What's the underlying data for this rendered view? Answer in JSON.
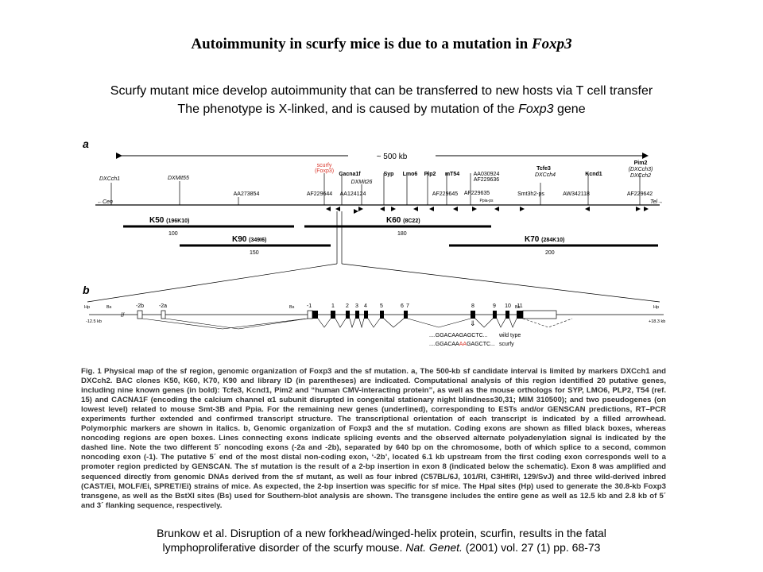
{
  "title": {
    "prefix": "Autoimmunity in scurfy mice is due to a mutation in ",
    "gene": "Foxp3"
  },
  "subtitle": {
    "line1": "Scurfy mutant mice develop autoimmunity that can be transferred to new hosts via T cell transfer",
    "line2_prefix": "The phenotype is X-linked, and is caused by mutation of the ",
    "line2_gene": "Foxp3",
    "line2_suffix": " gene"
  },
  "figure": {
    "panel_a_label": "a",
    "panel_b_label": "b",
    "region_span": "~ 500 kb",
    "cen": "Cen",
    "tel": "Tel",
    "markers_top": [
      "DXCch1",
      "DXMit55",
      "scurfy",
      "(Foxp3)",
      "Cacna1f",
      "DXMit26",
      "Syp",
      "Lmo6",
      "Plp2",
      "mT54",
      "AA030924",
      "AF229636",
      "Tcfe3",
      "DXCch4",
      "Kcnd1",
      "Pim2",
      "(DXCch3)",
      "DXCch2",
      "AA273854",
      "AF229644",
      "AA124124",
      "AF229645",
      "AF229635",
      "Smt3h2-ps",
      "AW342118",
      "AF229642",
      "Ppia-ps"
    ],
    "clones": [
      {
        "name": "K50",
        "id": "(196K10)",
        "size": "100"
      },
      {
        "name": "K60",
        "id": "(8C22)",
        "size": "180"
      },
      {
        "name": "K90",
        "id": "(349I6)",
        "size": "150"
      },
      {
        "name": "K70",
        "id": "(284K10)",
        "size": "200"
      }
    ],
    "exons": [
      "-2b",
      "-2a",
      "-1",
      "1",
      "2",
      "3",
      "4",
      "5",
      "6",
      "7",
      "8",
      "9",
      "10",
      "11"
    ],
    "site_labels": [
      "Hp",
      "Bs",
      "Bs",
      "Bs",
      "Hp"
    ],
    "left_flank": "-12.5 kb",
    "right_flank": "+18.3 kb",
    "wt_seq": "....GGACAAGAGCTC...",
    "wt_label": "wild type",
    "mut_seq_prefix": "....GGACAA",
    "mut_seq_ins": "AA",
    "mut_seq_suffix": "GAGCTC...",
    "mut_label": "scurfy",
    "highlight_color": "#d9352a"
  },
  "caption": {
    "fig_label": "Fig. 1",
    "text": " Physical map of the sf region, genomic organization of Foxp3 and the sf mutation. a, The 500-kb sf candidate interval is limited by markers DXCch1 and DXCch2. BAC clones K50, K60, K70, K90 and library ID (in parentheses) are indicated. Computational analysis of this region identified 20 putative genes, including nine known genes (in bold): Tcfe3, Kcnd1, Pim2 and “human CMV-interacting protein”, as well as the mouse orthologs for SYP, LMO6, PLP2, T54 (ref. 15) and CACNA1F (encoding the calcium channel α1 subunit disrupted in congenital stationary night blindness30,31; MIM 310500); and two pseudogenes (on lowest level) related to mouse Smt-3B and Ppia. For the remaining new genes (underlined), corresponding to ESTs and/or GENSCAN predictions, RT–PCR experiments further extended and confirmed transcript structure. The transcriptional orientation of each transcript is indicated by a filled arrowhead. Polymorphic markers are shown in italics. b, Genomic organization of Foxp3 and the sf mutation. Coding exons are shown as filled black boxes, whereas noncoding regions are open boxes. Lines connecting exons indicate splicing events and the observed alternate polyadenylation signal is indicated by the dashed line. Note the two different 5´ noncoding exons (-2a and -2b), separated by 640 bp on the chromosome, both of which splice to a second, common noncoding exon (-1). The putative 5´ end of the most distal non-coding exon, ‘-2b’, located 6.1 kb upstream from the first coding exon corresponds well to a promoter region predicted by GENSCAN. The sf mutation is the result of a 2-bp insertion in exon 8 (indicated below the schematic). Exon 8 was amplified and sequenced directly from genomic DNAs derived from the sf mutant, as well as four inbred (C57BL/6J, 101/RI, C3Hf/RI, 129/SvJ) and three wild-derived inbred (CAST/Ei, MOLF/Ei, SPRET/Ei) strains of mice. As expected, the 2-bp insertion was specific for sf mice. The HpaI sites (Hp) used to generate the 30.8-kb Foxp3 transgene, as well as the BstXI sites (Bs) used for Southern-blot analysis are shown. The transgene includes the entire gene as well as 12.5 kb and 2.8 kb of 5´ and 3´ flanking sequence, respectively."
  },
  "reference": {
    "line1": "Brunkow et al.  Disruption of a new forkhead/winged-helix protein, scurfin, results in the fatal",
    "line2_prefix": "lymphoproliferative disorder of the scurfy mouse. ",
    "line2_journal": "Nat. Genet.",
    "line2_suffix": " (2001) vol. 27 (1) pp. 68-73"
  }
}
